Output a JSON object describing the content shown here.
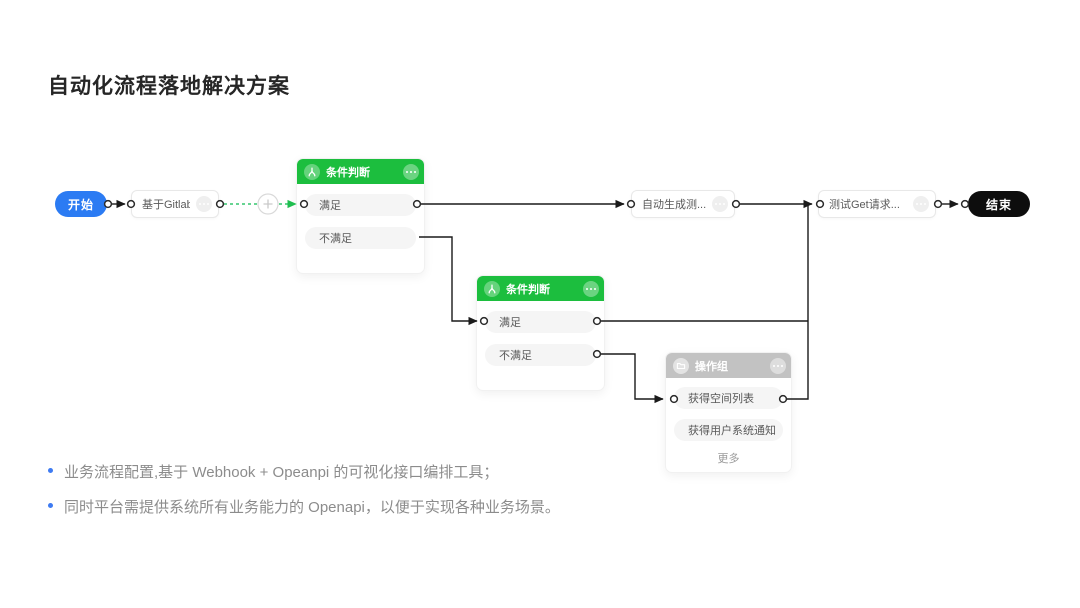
{
  "title": "自动化流程落地解决方案",
  "flow": {
    "start_label": "开始",
    "end_label": "结束",
    "gitlab_label": "基于Gitlab...",
    "autogen_label": "自动生成测...",
    "testget_label": "测试Get请求...",
    "condition1": {
      "title": "条件判断",
      "row1": "满足",
      "row2": "不满足"
    },
    "condition2": {
      "title": "条件判断",
      "row1": "满足",
      "row2": "不满足"
    },
    "opgroup": {
      "title": "操作组",
      "row1": "获得空间列表",
      "row2": "获得用户系统通知",
      "more": "更多"
    }
  },
  "notes": [
    "业务流程配置,基于 Webhook + Opeanpi 的可视化接口编排工具；",
    "同时平台需提供系统所有业务能力的 Openapi，以便于实现各种业务场景。"
  ],
  "colors": {
    "start_blue": "#2B7BF3",
    "end_black": "#0D0D0D",
    "condition_green": "#1CBE3E",
    "opgroup_gray": "#C2C2C2",
    "wire_black": "#1A1A1A",
    "dashed_green": "#35C56F",
    "bullet_blue": "#3E7BF2",
    "row_gray": "#F5F5F5"
  }
}
